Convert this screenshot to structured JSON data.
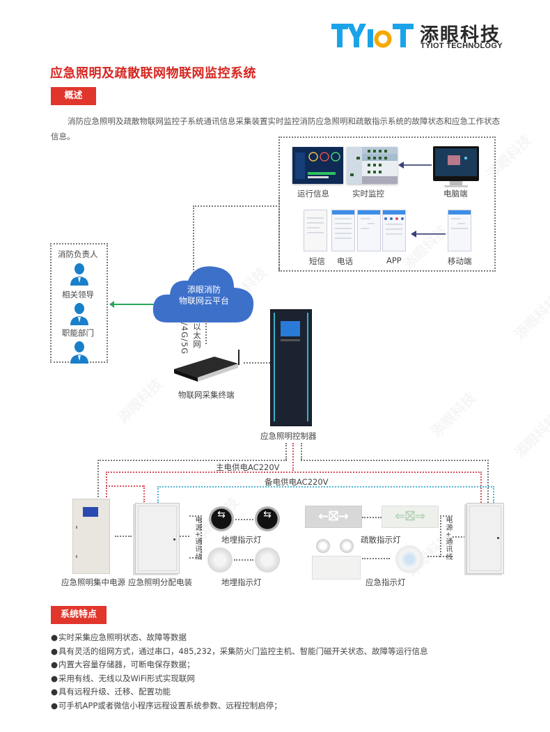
{
  "brand": {
    "logo_mark": "TYIoT",
    "name_cn": "添眼科技",
    "name_en": "TYIOT TECHNOLOGY",
    "colors": {
      "blue": "#1aa3e8",
      "orange": "#f5a800",
      "dark": "#2a2a2a"
    }
  },
  "page": {
    "title": "应急照明及疏散联网物联网监控系统",
    "title_color": "#d6251f",
    "accent_color": "#e0362c"
  },
  "overview": {
    "tag": "概述",
    "text": "消防应急照明及疏散物联网监控子系统通讯信息采集装置实时监控消防应急照明和疏散指示系统的故障状态和应急工作状态信息。"
  },
  "diagram": {
    "top_panel": {
      "items": [
        {
          "label": "运行信息"
        },
        {
          "label": "实时监控"
        },
        {
          "label": "电脑端"
        }
      ],
      "mobile_items": [
        {
          "label": "短信"
        },
        {
          "label": "电话"
        },
        {
          "label": "APP"
        },
        {
          "label": "移动端"
        }
      ]
    },
    "contacts": [
      {
        "label": "消防负责人"
      },
      {
        "label": "相关领导"
      },
      {
        "label": "职能部门"
      }
    ],
    "cloud": {
      "line1": "添眼消防",
      "line2": "物联网云平台",
      "color": "#3d70c9"
    },
    "link_ethernet": "以太网",
    "link_cellular": "/4G/5G",
    "terminal_label": "物联网采集终端",
    "controller_label": "应急照明控制器",
    "main_power": "主电供电AC220V",
    "backup_power": "备电供电AC220V",
    "power_comm_left": "电源+通讯线",
    "power_comm_right": "电源+通讯线",
    "devices": {
      "central_power": "应急照明集中电源",
      "distribution_box": "应急照明分配电装",
      "floor_light_1": "地埋指示灯",
      "floor_light_2": "地埋指示灯",
      "evac_light": "疏散指示灯",
      "emergency_light": "应急指示灯"
    },
    "line_colors": {
      "main": "#d9505a",
      "backup": "#4db5d1",
      "signal": "#777777",
      "notify": "#2aa55a"
    }
  },
  "features": {
    "tag": "系统特点",
    "items": [
      "实时采集应急照明状态、故障等数据",
      "具有灵活的组网方式，通过串口，485,232，采集防火门监控主机、智能门磁开关状态、故障等运行信息",
      "内置大容量存储器，可断电保存数据；",
      "采用有线、无线以及WiFi形式实现联网",
      "具有远程升级、迁移、配置功能",
      "可手机APP或者微信小程序远程设置系统参数、远程控制启停；"
    ]
  },
  "watermark": "添眼科技"
}
